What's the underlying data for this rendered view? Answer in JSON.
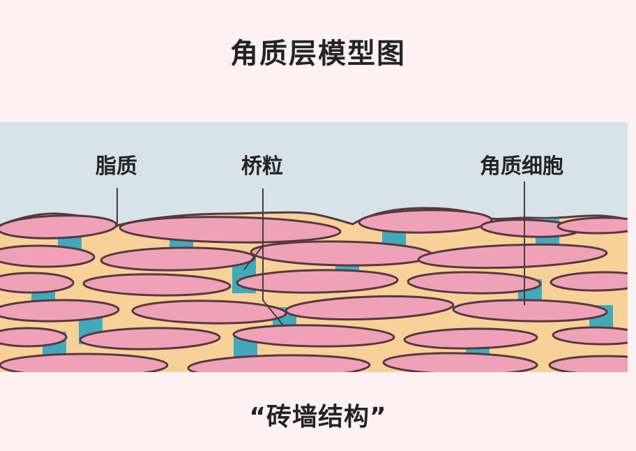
{
  "title": "角质层模型图",
  "caption": "“砖墙结构”",
  "diagram": {
    "labels": [
      {
        "id": "lipids",
        "text": "脂质"
      },
      {
        "id": "desmosome",
        "text": "桥粒"
      },
      {
        "id": "corneocyte",
        "text": "角质细胞"
      }
    ],
    "colors": {
      "page_background": "#fdf1f3",
      "sky": "#d8e3e9",
      "cell_pink": "#efa2b7",
      "lipid_tan": "#f8d198",
      "desmosome_teal": "#41aaba",
      "outline": "#56383f",
      "pointer_line": "#3d3d44",
      "text": "#232325"
    }
  }
}
